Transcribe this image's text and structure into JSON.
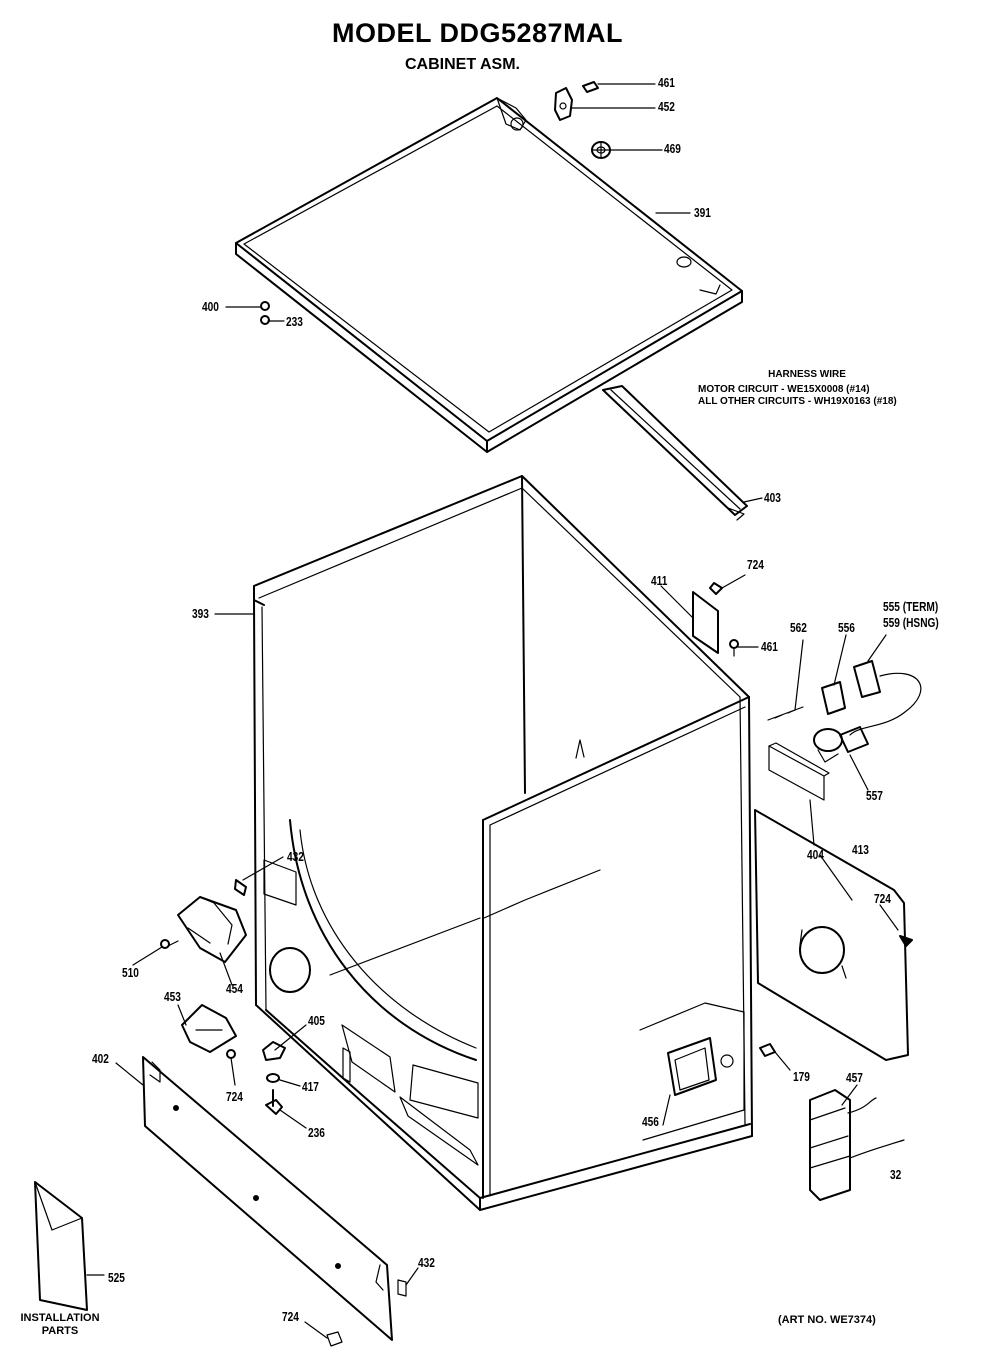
{
  "header": {
    "title": "MODEL DDG5287MAL",
    "subtitle": "CABINET ASM."
  },
  "harness_note": {
    "heading": "HARNESS WIRE",
    "line1": "MOTOR CIRCUIT - WE15X0008 (#14)",
    "line2": "ALL OTHER CIRCUITS - WH19X0163 (#18)"
  },
  "labels": {
    "p461_top": "461",
    "p452": "452",
    "p469": "469",
    "p391": "391",
    "p400": "400",
    "p233": "233",
    "p403": "403",
    "p393": "393",
    "p724_a": "724",
    "p411": "411",
    "p461_mid": "461",
    "p562": "562",
    "p556": "556",
    "p555": "555 (TERM)",
    "p559": "559 (HSNG)",
    "p557": "557",
    "p404": "404",
    "p413": "413",
    "p724_b": "724",
    "p432_a": "432",
    "p510": "510",
    "p454": "454",
    "p453": "453",
    "p405": "405",
    "p724_c": "724",
    "p417": "417",
    "p236": "236",
    "p402": "402",
    "p456": "456",
    "p179": "179",
    "p457": "457",
    "p32": "32",
    "p525": "525",
    "p724_d": "724",
    "p432_b": "432"
  },
  "footer": {
    "installation_line1": "INSTALLATION",
    "installation_line2": "PARTS",
    "art_no": "(ART NO. WE7374)"
  },
  "icons": [
    "screw-icon",
    "clip-icon",
    "wire-harness-icon",
    "cord-plug-icon",
    "bracket-icon",
    "leveling-leg-icon",
    "envelope-icon"
  ]
}
